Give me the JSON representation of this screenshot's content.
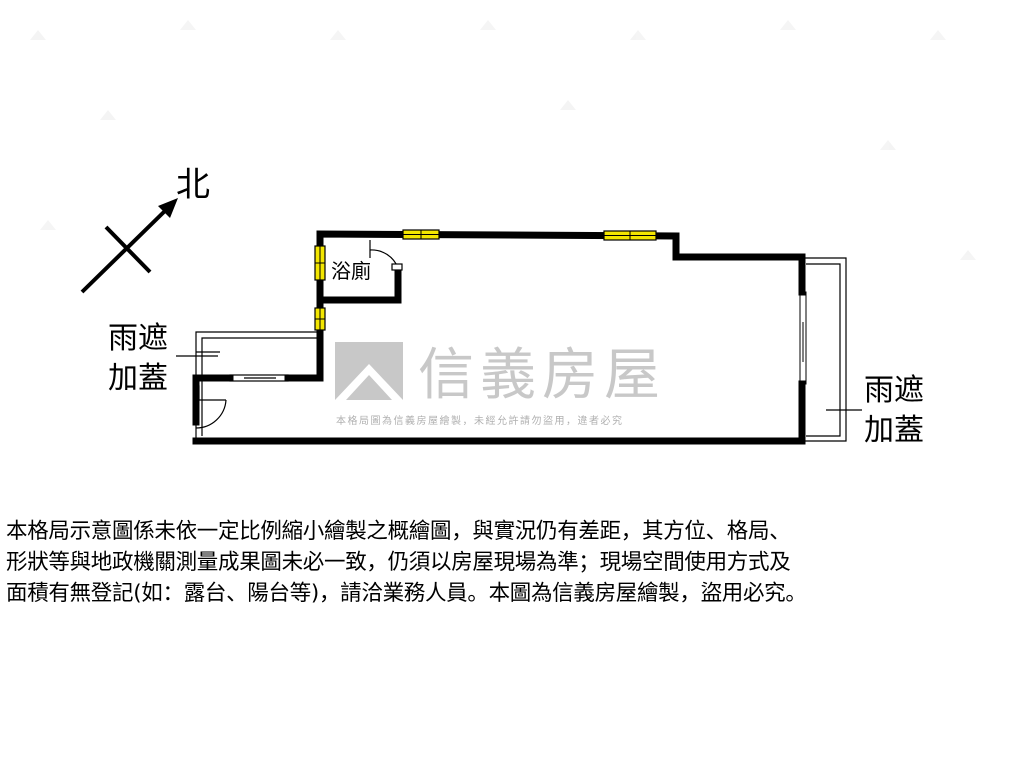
{
  "compass": {
    "north_label": "北",
    "icon": "north-arrow-icon"
  },
  "rooms": {
    "bathroom": "浴廁",
    "canopy_left_line1": "雨遮",
    "canopy_left_line2": "加蓋",
    "canopy_right_line1": "雨遮",
    "canopy_right_line2": "加蓋"
  },
  "watermark": {
    "brand": "信義房屋",
    "notice": "本格局圖為信義房屋繪製，未經允許請勿盜用，違者必究",
    "icon": "sinyi-logo-icon"
  },
  "disclaimer": {
    "line1": "本格局示意圖係未依一定比例縮小繪製之概繪圖，與實況仍有差距，其方位、格局、",
    "line2": "形狀等與地政機關測量成果圖未必一致，仍須以房屋現場為準；現場空間使用方式及",
    "line3": "面積有無登記(如：露台、陽台等)，請洽業務人員。本圖為信義房屋繪製，盜用必究。"
  },
  "colors": {
    "wall": "#000000",
    "window_fill": "#f3e600",
    "watermark": "#c8c8c8",
    "background": "#ffffff"
  }
}
